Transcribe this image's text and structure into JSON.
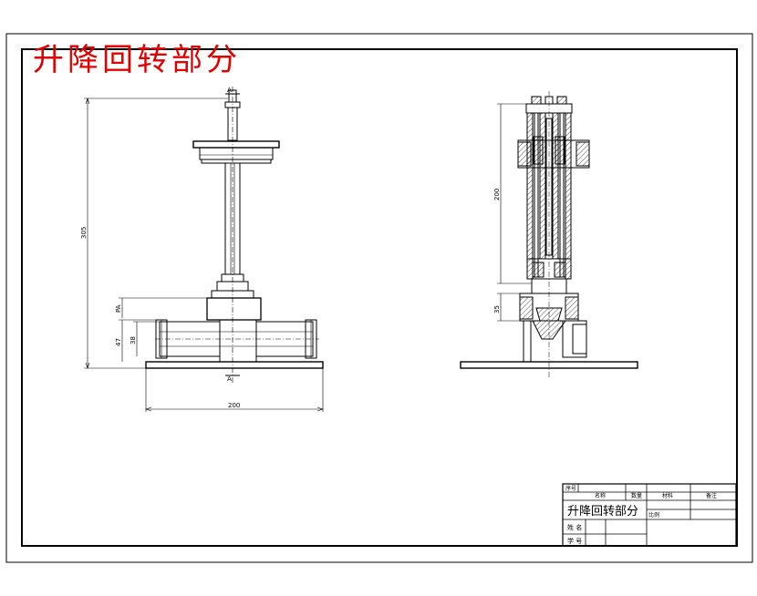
{
  "drawing": {
    "title": "升降回转部分"
  },
  "front_view": {
    "section_marker_top": "A",
    "section_marker_bottom": "A",
    "dim_total_height": "305",
    "dim_base_height": "47",
    "dim_bore": "38",
    "dim_flange": "PA",
    "dim_base_width": "200"
  },
  "section_view": {
    "dim_tube_height": "200",
    "dim_hub_height": "35"
  },
  "title_block": {
    "part_name": "升降回转部分",
    "header_cells": [
      "序号",
      "名称",
      "数量",
      "材料",
      "备注"
    ],
    "label_scale": "比例",
    "label_drawn_by": "姓 名",
    "label_student_id": "学 号"
  }
}
